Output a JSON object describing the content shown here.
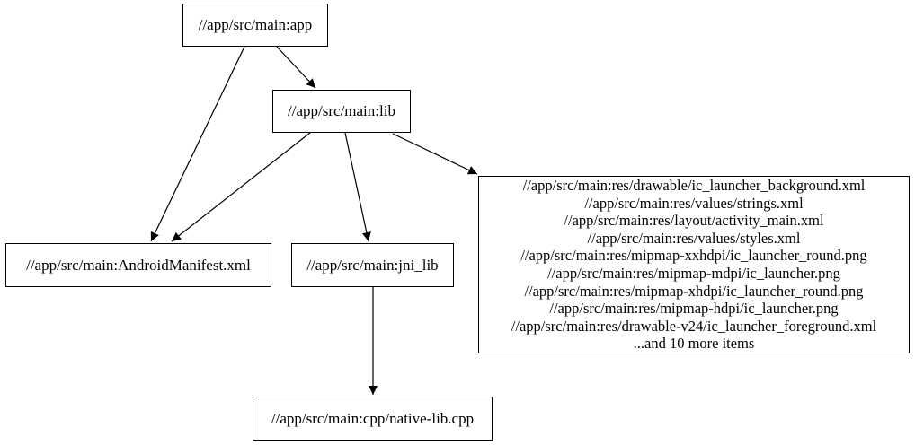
{
  "graph": {
    "type": "dependency-graph",
    "colors": {
      "background": "#ffffff",
      "node_fill": "#ffffff",
      "node_border": "#000000",
      "edge": "#000000",
      "text": "#000000"
    },
    "nodes": {
      "app": {
        "label": "//app/src/main:app"
      },
      "lib": {
        "label": "//app/src/main:lib"
      },
      "manifest": {
        "label": "//app/src/main:AndroidManifest.xml"
      },
      "jni_lib": {
        "label": "//app/src/main:jni_lib"
      },
      "native_lib": {
        "label": "//app/src/main:cpp/native-lib.cpp"
      },
      "resources": {
        "lines": [
          "//app/src/main:res/drawable/ic_launcher_background.xml",
          "//app/src/main:res/values/strings.xml",
          "//app/src/main:res/layout/activity_main.xml",
          "//app/src/main:res/values/styles.xml",
          "//app/src/main:res/mipmap-xxhdpi/ic_launcher_round.png",
          "//app/src/main:res/mipmap-mdpi/ic_launcher.png",
          "//app/src/main:res/mipmap-xhdpi/ic_launcher_round.png",
          "//app/src/main:res/mipmap-hdpi/ic_launcher.png",
          "//app/src/main:res/drawable-v24/ic_launcher_foreground.xml",
          "...and 10 more items"
        ]
      }
    },
    "edges": [
      {
        "from": "app",
        "to": "manifest"
      },
      {
        "from": "app",
        "to": "lib"
      },
      {
        "from": "lib",
        "to": "manifest"
      },
      {
        "from": "lib",
        "to": "jni_lib"
      },
      {
        "from": "lib",
        "to": "resources"
      },
      {
        "from": "jni_lib",
        "to": "native_lib"
      }
    ]
  }
}
